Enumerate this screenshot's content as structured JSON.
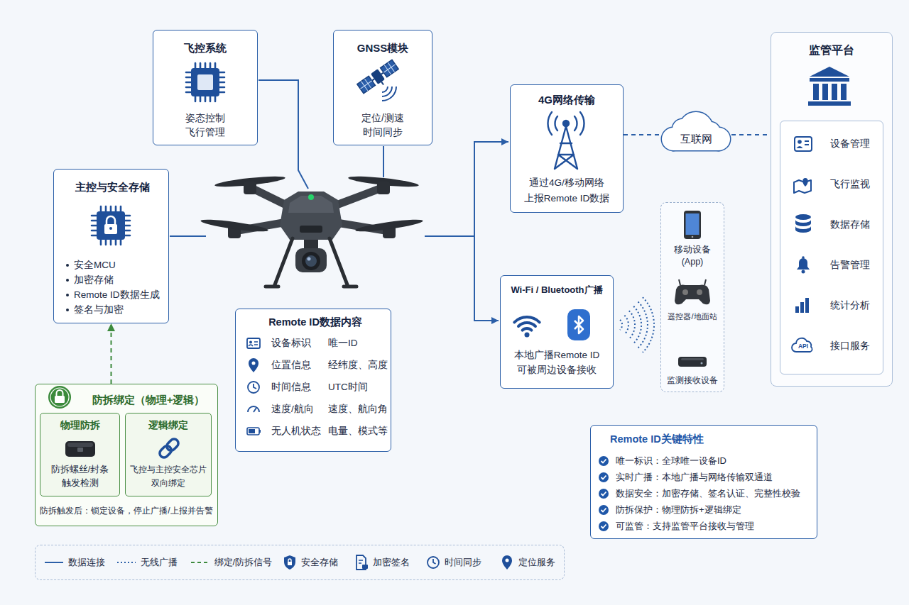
{
  "diagram": {
    "nodes": [
      {
        "text": [
          "飞控系统",
          "姿态控制 飞行管理"
        ]
      },
      {
        "text": [
          "GNSS模块",
          "定位/测速 时间同步"
        ]
      },
      {
        "text": [
          "主控与安全存储",
          "安全MCU",
          "加密存储",
          "Remote ID数据生成",
          "签名与加密"
        ]
      },
      {
        "text": [
          "Remote ID数据内容",
          "设备标识",
          "唯一ID",
          "位置信息",
          "经纬度、高度",
          "时间信息",
          "UTC时间",
          "速度/航向",
          "速度、航向角",
          "无人机状态",
          "电量、模式等"
        ]
      },
      {
        "text": [
          "防拆绑定（物理+逻辑）",
          "防拆触发后：锁定设备，停止广播/上报并告警"
        ]
      },
      {
        "text": [
          "物理防拆",
          "防拆螺丝/封条 触发检测"
        ],
        "in": 4
      },
      {
        "text": [
          "逻辑绑定",
          "飞控与主控安全芯片 双向绑定"
        ],
        "in": 4
      },
      {
        "text": [
          "4G网络传输",
          "通过4G/移动网络 上报Remote ID数据"
        ]
      },
      {
        "text": [
          "互联网"
        ]
      },
      {
        "text": [
          "Wi-Fi / Bluetooth广播",
          "本地广播Remote ID 可被周边设备接收"
        ]
      },
      {
        "text": [
          "移动设备 (App)",
          "遥控器/地面站",
          "监测接收设备"
        ]
      },
      {
        "text": [
          "监管平台"
        ]
      },
      {
        "text": [
          "设备管理",
          "飞行监视",
          "数据存储",
          "告警管理",
          "统计分析",
          "接口服务"
        ],
        "in": 11
      },
      {
        "text": [
          "Remote ID关键特性",
          "唯一标识：全球唯一设备ID",
          "实时广播：本地广播与网络传输双通道",
          "数据安全：加密存储、签名认证、完整性校验",
          "防拆保护：物理防拆+逻辑绑定",
          "可监管：支持监管平台接收与管理"
        ]
      }
    ],
    "edges": [
      {
        "from": 4,
        "to": 2,
        "arrow": "to"
      },
      {
        "from": 7,
        "to": 8,
        "arrow": "none"
      },
      {
        "from": 8,
        "to": 11,
        "arrow": "none"
      }
    ],
    "labels": [
      "API"
    ],
    "legend": [
      {
        "text": "数据连接"
      },
      {
        "text": "无线广播"
      },
      {
        "text": "绑定/防拆信号"
      },
      {
        "text": "安全存储"
      },
      {
        "text": "加密签名"
      },
      {
        "text": "时间同步"
      },
      {
        "text": "定位服务"
      }
    ]
  }
}
